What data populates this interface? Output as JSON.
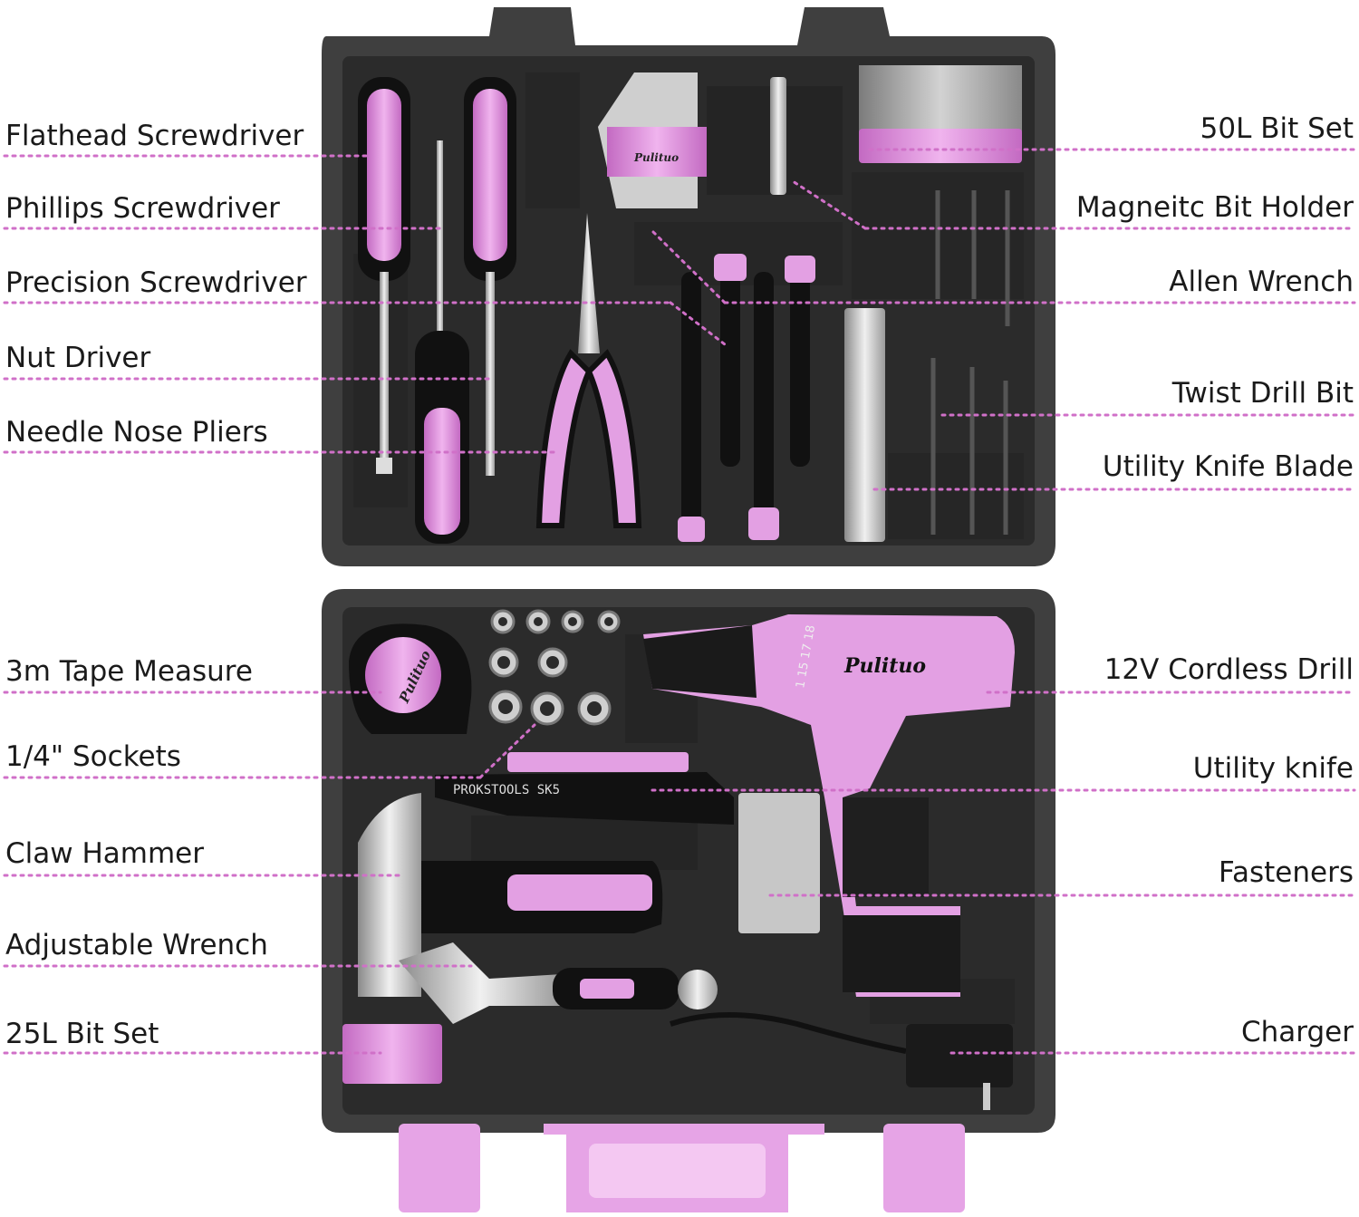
{
  "labels_left": [
    {
      "text": "Flathead Screwdriver"
    },
    {
      "text": "Phillips Screwdriver"
    },
    {
      "text": "Precision Screwdriver"
    },
    {
      "text": "Nut Driver"
    },
    {
      "text": "Needle Nose Pliers"
    },
    {
      "text": "3m Tape Measure"
    },
    {
      "text": "1/4\" Sockets"
    },
    {
      "text": "Claw Hammer"
    },
    {
      "text": "Adjustable Wrench"
    },
    {
      "text": "25L Bit Set"
    }
  ],
  "labels_right": [
    {
      "text": "50L Bit Set"
    },
    {
      "text": "Magneitc Bit Holder"
    },
    {
      "text": "Allen Wrench"
    },
    {
      "text": "Twist Drill Bit"
    },
    {
      "text": "Utility Knife Blade"
    },
    {
      "text": "12V Cordless Drill"
    },
    {
      "text": "Utility knife"
    },
    {
      "text": "Fasteners"
    },
    {
      "text": "Charger"
    }
  ],
  "brand": {
    "name": "Pulituo",
    "knife_print": "PROKSTOOLS SK5",
    "torque_marks": "1 15 17 18"
  },
  "colors": {
    "accent": "#d98ad8",
    "accent_dark": "#c060c0",
    "case": "#3d3d3d",
    "tray": "#2a2a2a",
    "leader": "#d070c8"
  }
}
